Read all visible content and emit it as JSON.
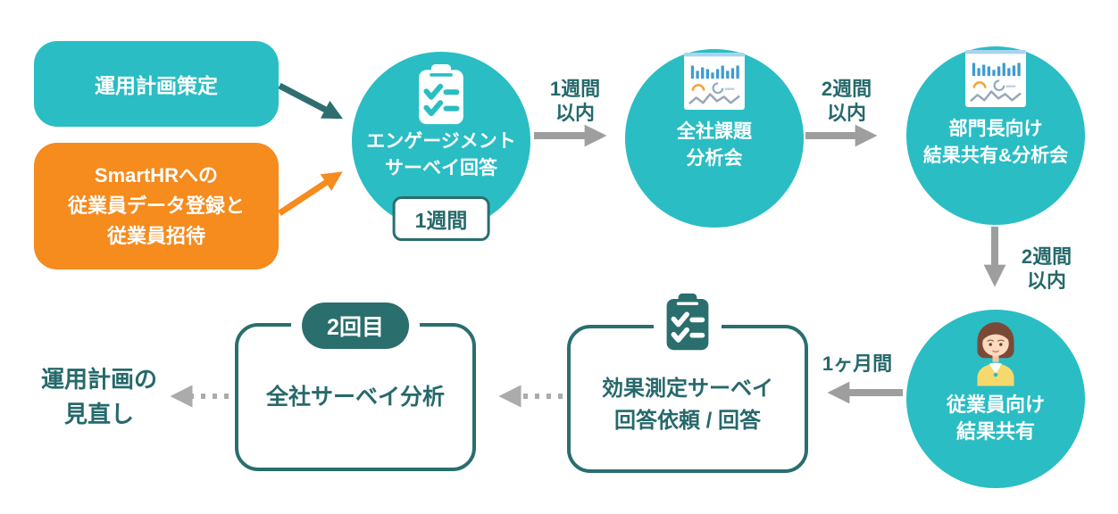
{
  "palette": {
    "teal": "#2ABDC4",
    "orange": "#F68B1E",
    "dark_teal": "#2A6E6E",
    "arrow_gray": "#9E9E9E"
  },
  "preparation": {
    "plan_box": {
      "label": "運用計画策定"
    },
    "smarthr_box": {
      "lines": [
        "SmartHRへの",
        "従業員データ登録と",
        "従業員招待"
      ]
    }
  },
  "steps": {
    "engagement_survey": {
      "icon": "clipboard-check-icon",
      "lines": [
        "エンゲージメント",
        "サーベイ回答"
      ],
      "duration_badge": "1週間"
    },
    "company_analysis": {
      "icon": "dashboard-chart-icon",
      "lines": [
        "全社課題",
        "分析会"
      ]
    },
    "manager_share": {
      "icon": "dashboard-chart-icon",
      "lines": [
        "部門長向け",
        "結果共有&分析会"
      ]
    },
    "employee_share": {
      "icon": "employee-avatar-icon",
      "lines": [
        "従業員向け",
        "結果共有"
      ]
    }
  },
  "arrow_labels": {
    "survey_to_company": {
      "lines": [
        "1週間",
        "以内"
      ]
    },
    "company_to_manager": {
      "lines": [
        "2週間",
        "以内"
      ]
    },
    "manager_to_employee": {
      "lines": [
        "2週間",
        "以内"
      ]
    },
    "employee_to_effect": {
      "label": "1ヶ月間"
    }
  },
  "second_cycle": {
    "effect_survey_box": {
      "icon": "clipboard-check-icon",
      "lines": [
        "効果測定サーベイ",
        "回答依頼 / 回答"
      ]
    },
    "analysis_box": {
      "round_badge": "2回目",
      "label": "全社サーベイ分析"
    },
    "plan_review": {
      "lines": [
        "運用計画の",
        "見直し"
      ]
    }
  }
}
